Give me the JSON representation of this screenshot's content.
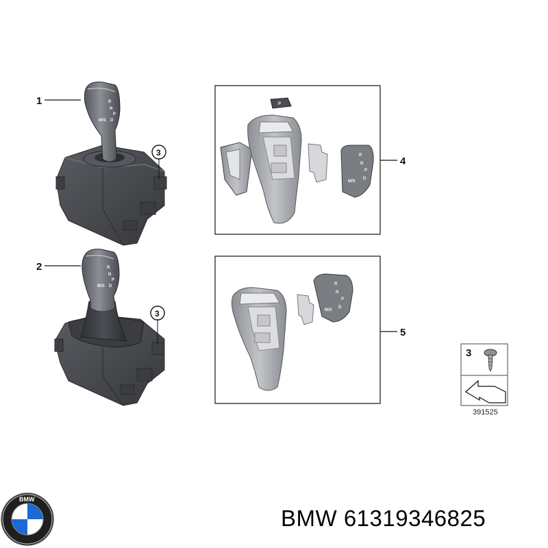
{
  "callouts": {
    "c1": "1",
    "c2": "2",
    "c3a": "3",
    "c3b": "3",
    "c4": "4",
    "c5": "5"
  },
  "legend": {
    "part_number": "3",
    "reference_code": "391525"
  },
  "knob_markings": {
    "r": "R",
    "n": "N",
    "p": "P",
    "d": "D",
    "ms": "M/S"
  },
  "brand_logo": {
    "text": "BMW"
  },
  "footer": {
    "brand": "BMW",
    "part_number": "61319346825"
  },
  "colors": {
    "housing": "#4a4c51",
    "knob": "#6b6e74",
    "trim": "#a3a6ab",
    "box_border": "#222222",
    "logo_blue": "#1c69d4"
  }
}
